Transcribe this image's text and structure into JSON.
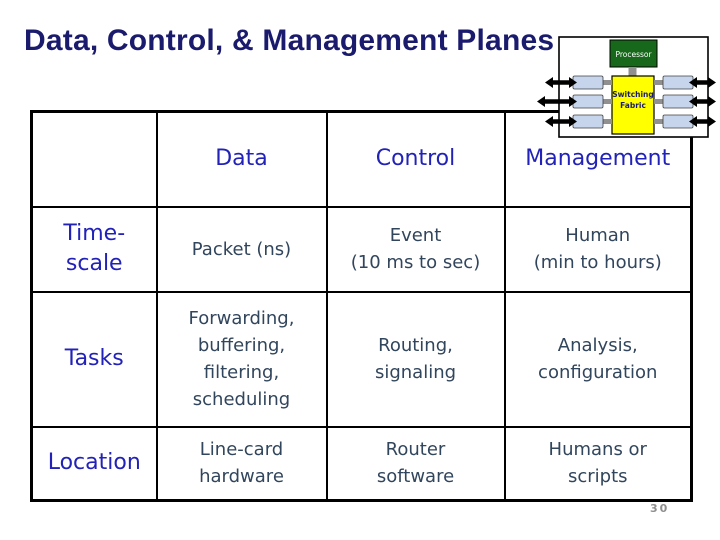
{
  "title": "Data, Control, & Management Planes",
  "page_number": "30",
  "diagram": {
    "processor_label": "Processor",
    "fabric_line1": "Switching",
    "fabric_line2": "Fabric"
  },
  "table": {
    "column_headers": [
      "",
      "Data",
      "Control",
      "Management"
    ],
    "rows": [
      {
        "label": "Time-\nscale",
        "cells": [
          "Packet (ns)",
          "Event\n(10 ms to sec)",
          "Human\n(min to hours)"
        ]
      },
      {
        "label": "Tasks",
        "cells": [
          "Forwarding,\nbuffering,\nfiltering,\nscheduling",
          "Routing,\nsignaling",
          "Analysis,\nconfiguration"
        ]
      },
      {
        "label": "Location",
        "cells": [
          "Line-card\nhardware",
          "Router\nsoftware",
          "Humans or\nscripts"
        ]
      }
    ]
  },
  "colors": {
    "title_text": "#1b1b6e",
    "header_text": "#2222b8",
    "cell_text": "#31455c",
    "page_number_text": "#8f8f8f",
    "table_border": "#000000",
    "processor_fill": "#17681a",
    "fabric_fill": "#ffff00",
    "line_card_fill": "#c6d5ec",
    "connector_gray": "#909090",
    "arrow_black": "#000000"
  }
}
